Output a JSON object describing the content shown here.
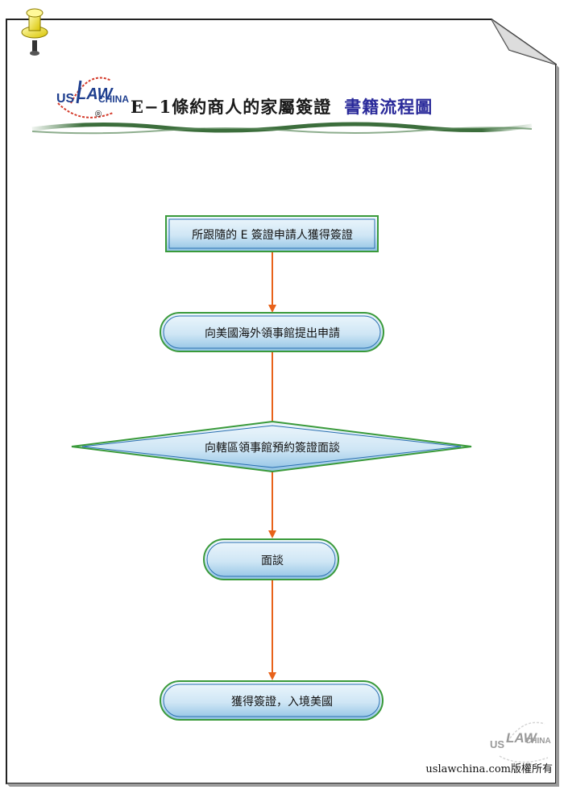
{
  "header": {
    "logo_text_us": "US",
    "logo_text_law": "LAW",
    "logo_text_china": "CHINA",
    "logo_mark": "®",
    "title_main": "E−1條約商人的家屬簽證",
    "title_accent": "書籍流程圖"
  },
  "flow": {
    "steps": [
      "所跟隨的 E 簽證申請人獲得簽證",
      "向美國海外領事館提出申請",
      "向轄區領事館預約簽證面談",
      "面談",
      "獲得簽證，入境美國"
    ]
  },
  "footer": {
    "watermark_us": "US",
    "watermark_law": "LAW",
    "watermark_china": "CHINA",
    "copyright": "uslawchina.com版權所有"
  },
  "colors": {
    "box_fill_top": "#e8f4fb",
    "box_fill_bottom": "#9fcbe8",
    "box_border": "#3a9a3a",
    "arrow": "#e8621a",
    "title_accent": "#2a2a9a"
  }
}
